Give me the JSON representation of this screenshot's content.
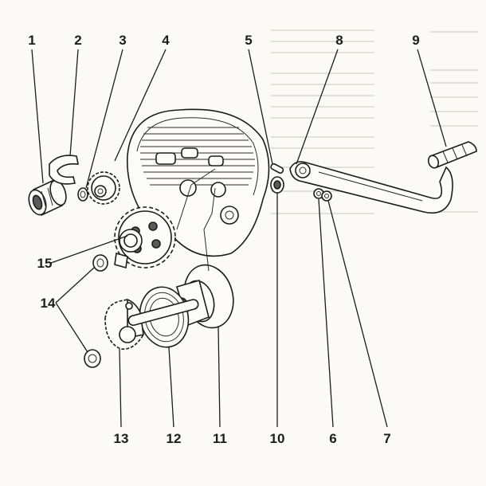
{
  "callouts": {
    "n1": "1",
    "n2": "2",
    "n3": "3",
    "n4": "4",
    "n5": "5",
    "n6": "6",
    "n7": "7",
    "n8": "8",
    "n9": "9",
    "n10": "10",
    "n11": "11",
    "n12": "12",
    "n13": "13",
    "n14": "14",
    "n15": "15"
  },
  "colors": {
    "paper": "#fbfaf6",
    "ink": "#1c1c1c",
    "faded_print": "#b9b6ad"
  }
}
